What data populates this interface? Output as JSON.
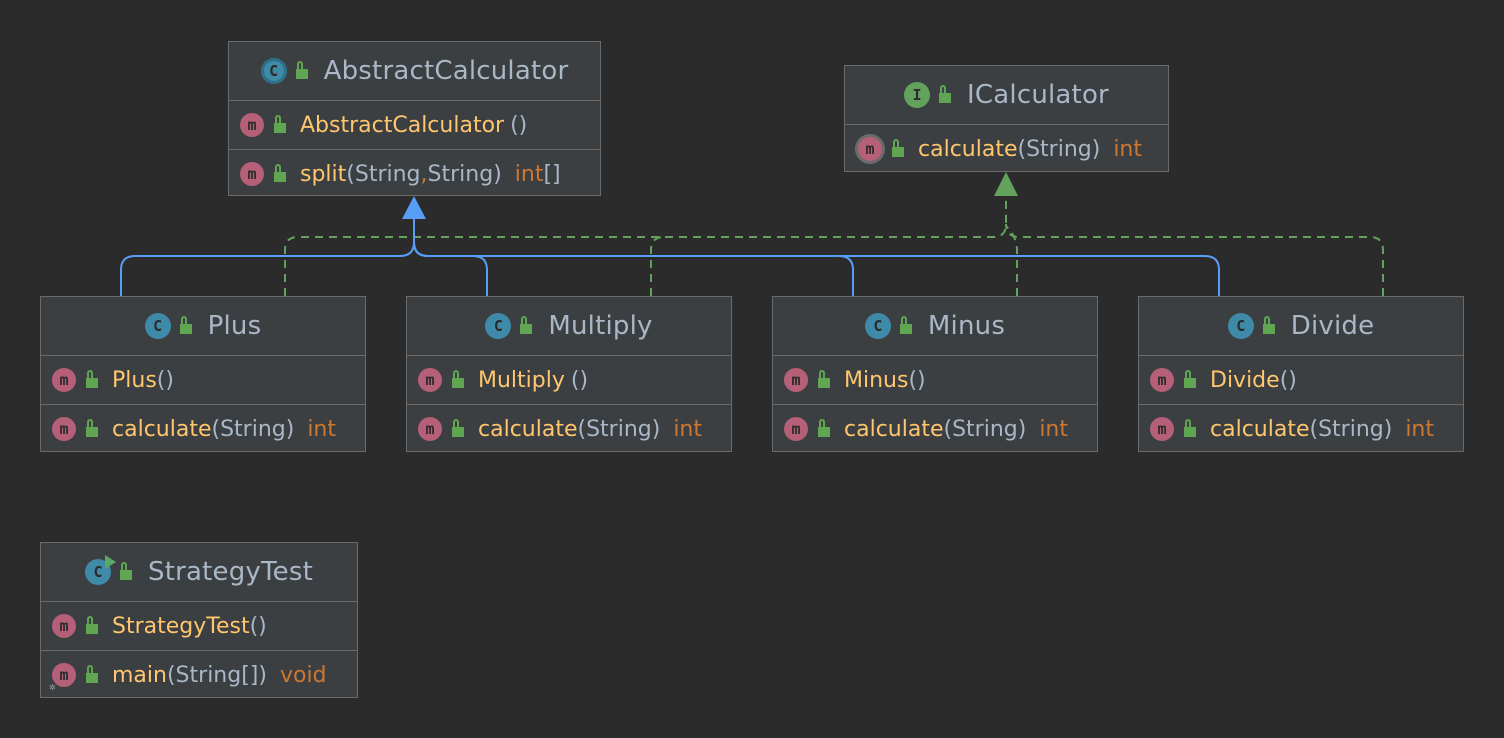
{
  "colors": {
    "background": "#2b2b2b",
    "node_fill": "#3c3f41",
    "node_border": "#6b6b6b",
    "extends_edge": "#589df6",
    "implements_edge": "#62a25d",
    "method_name": "#ffc66d",
    "return_type": "#cc7832",
    "text": "#a9b7c6"
  },
  "nodes": {
    "abstract_calculator": {
      "title": "AbstractCalculator",
      "kind_icon": "abstract-class-icon",
      "kind_letter": "C",
      "members": [
        {
          "name": "AbstractCalculator",
          "params": "()",
          "ret": "",
          "kind_letter": "m"
        },
        {
          "name": "split",
          "params_a": "(String",
          "params_sep": ",",
          "params_b": " String)",
          "ret": "int",
          "ret_suffix": "[]",
          "kind_letter": "m"
        }
      ]
    },
    "icalculator": {
      "title": "ICalculator",
      "kind_icon": "interface-icon",
      "kind_letter": "I",
      "members": [
        {
          "name": "calculate",
          "params": "(String)",
          "ret": "int",
          "kind_letter": "m"
        }
      ]
    },
    "plus": {
      "title": "Plus",
      "kind_letter": "C",
      "members": [
        {
          "name": "Plus",
          "params": "()",
          "ret": "",
          "kind_letter": "m"
        },
        {
          "name": "calculate",
          "params": "(String)",
          "ret": "int",
          "kind_letter": "m"
        }
      ]
    },
    "multiply": {
      "title": "Multiply",
      "kind_letter": "C",
      "members": [
        {
          "name": "Multiply",
          "params": "()",
          "ret": "",
          "kind_letter": "m"
        },
        {
          "name": "calculate",
          "params": "(String)",
          "ret": "int",
          "kind_letter": "m"
        }
      ]
    },
    "minus": {
      "title": "Minus",
      "kind_letter": "C",
      "members": [
        {
          "name": "Minus",
          "params": "()",
          "ret": "",
          "kind_letter": "m"
        },
        {
          "name": "calculate",
          "params": "(String)",
          "ret": "int",
          "kind_letter": "m"
        }
      ]
    },
    "divide": {
      "title": "Divide",
      "kind_letter": "C",
      "members": [
        {
          "name": "Divide",
          "params": "()",
          "ret": "",
          "kind_letter": "m"
        },
        {
          "name": "calculate",
          "params": "(String)",
          "ret": "int",
          "kind_letter": "m"
        }
      ]
    },
    "strategy_test": {
      "title": "StrategyTest",
      "kind_letter": "C",
      "members": [
        {
          "name": "StrategyTest",
          "params": "()",
          "ret": "",
          "kind_letter": "m"
        },
        {
          "name": "main",
          "params": "(String[])",
          "ret": "void",
          "kind_letter": "m"
        }
      ]
    }
  },
  "edges": [
    {
      "from": "plus",
      "to": "abstract_calculator",
      "type": "extends"
    },
    {
      "from": "multiply",
      "to": "abstract_calculator",
      "type": "extends"
    },
    {
      "from": "minus",
      "to": "abstract_calculator",
      "type": "extends"
    },
    {
      "from": "divide",
      "to": "abstract_calculator",
      "type": "extends"
    },
    {
      "from": "plus",
      "to": "icalculator",
      "type": "implements"
    },
    {
      "from": "multiply",
      "to": "icalculator",
      "type": "implements"
    },
    {
      "from": "minus",
      "to": "icalculator",
      "type": "implements"
    },
    {
      "from": "divide",
      "to": "icalculator",
      "type": "implements"
    }
  ]
}
